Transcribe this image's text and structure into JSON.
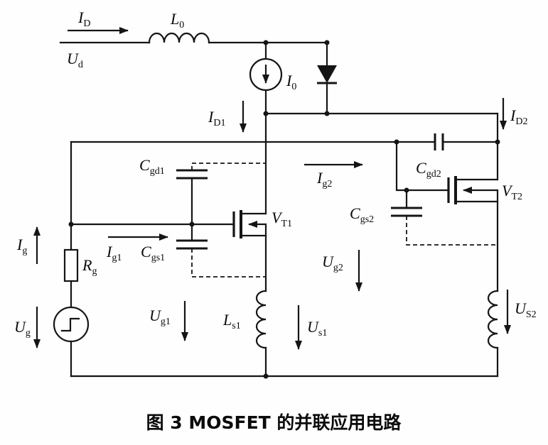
{
  "figure": {
    "caption": "图 3  MOSFET 的并联应用电路"
  },
  "colors": {
    "line": "#151515",
    "background": "#fefefe"
  },
  "labels": {
    "i_d": {
      "base": "I",
      "sub": "D"
    },
    "u_d": {
      "base": "U",
      "sub": "d"
    },
    "l_0": {
      "base": "L",
      "sub": "0"
    },
    "i_0": {
      "base": "I",
      "sub": "0"
    },
    "i_d1": {
      "base": "I",
      "sub": "D1"
    },
    "i_d2": {
      "base": "I",
      "sub": "D2"
    },
    "c_gd1": {
      "base": "C",
      "sub": "gd1"
    },
    "c_gd2": {
      "base": "C",
      "sub": "gd2"
    },
    "c_gs1": {
      "base": "C",
      "sub": "gs1"
    },
    "c_gs2": {
      "base": "C",
      "sub": "gs2"
    },
    "i_g1": {
      "base": "I",
      "sub": "g1"
    },
    "i_g2": {
      "base": "I",
      "sub": "g2"
    },
    "i_g": {
      "base": "I",
      "sub": "g"
    },
    "u_g": {
      "base": "U",
      "sub": "g"
    },
    "u_g1": {
      "base": "U",
      "sub": "g1"
    },
    "u_g2": {
      "base": "U",
      "sub": "g2"
    },
    "u_s1": {
      "base": "U",
      "sub": "s1"
    },
    "u_s2": {
      "base": "U",
      "sub": "S2"
    },
    "l_s1": {
      "base": "L",
      "sub": "s1"
    },
    "r_g": {
      "base": "R",
      "sub": "g"
    },
    "v_t1": {
      "base": "V",
      "sub": "T1"
    },
    "v_t2": {
      "base": "V",
      "sub": "T2"
    }
  }
}
